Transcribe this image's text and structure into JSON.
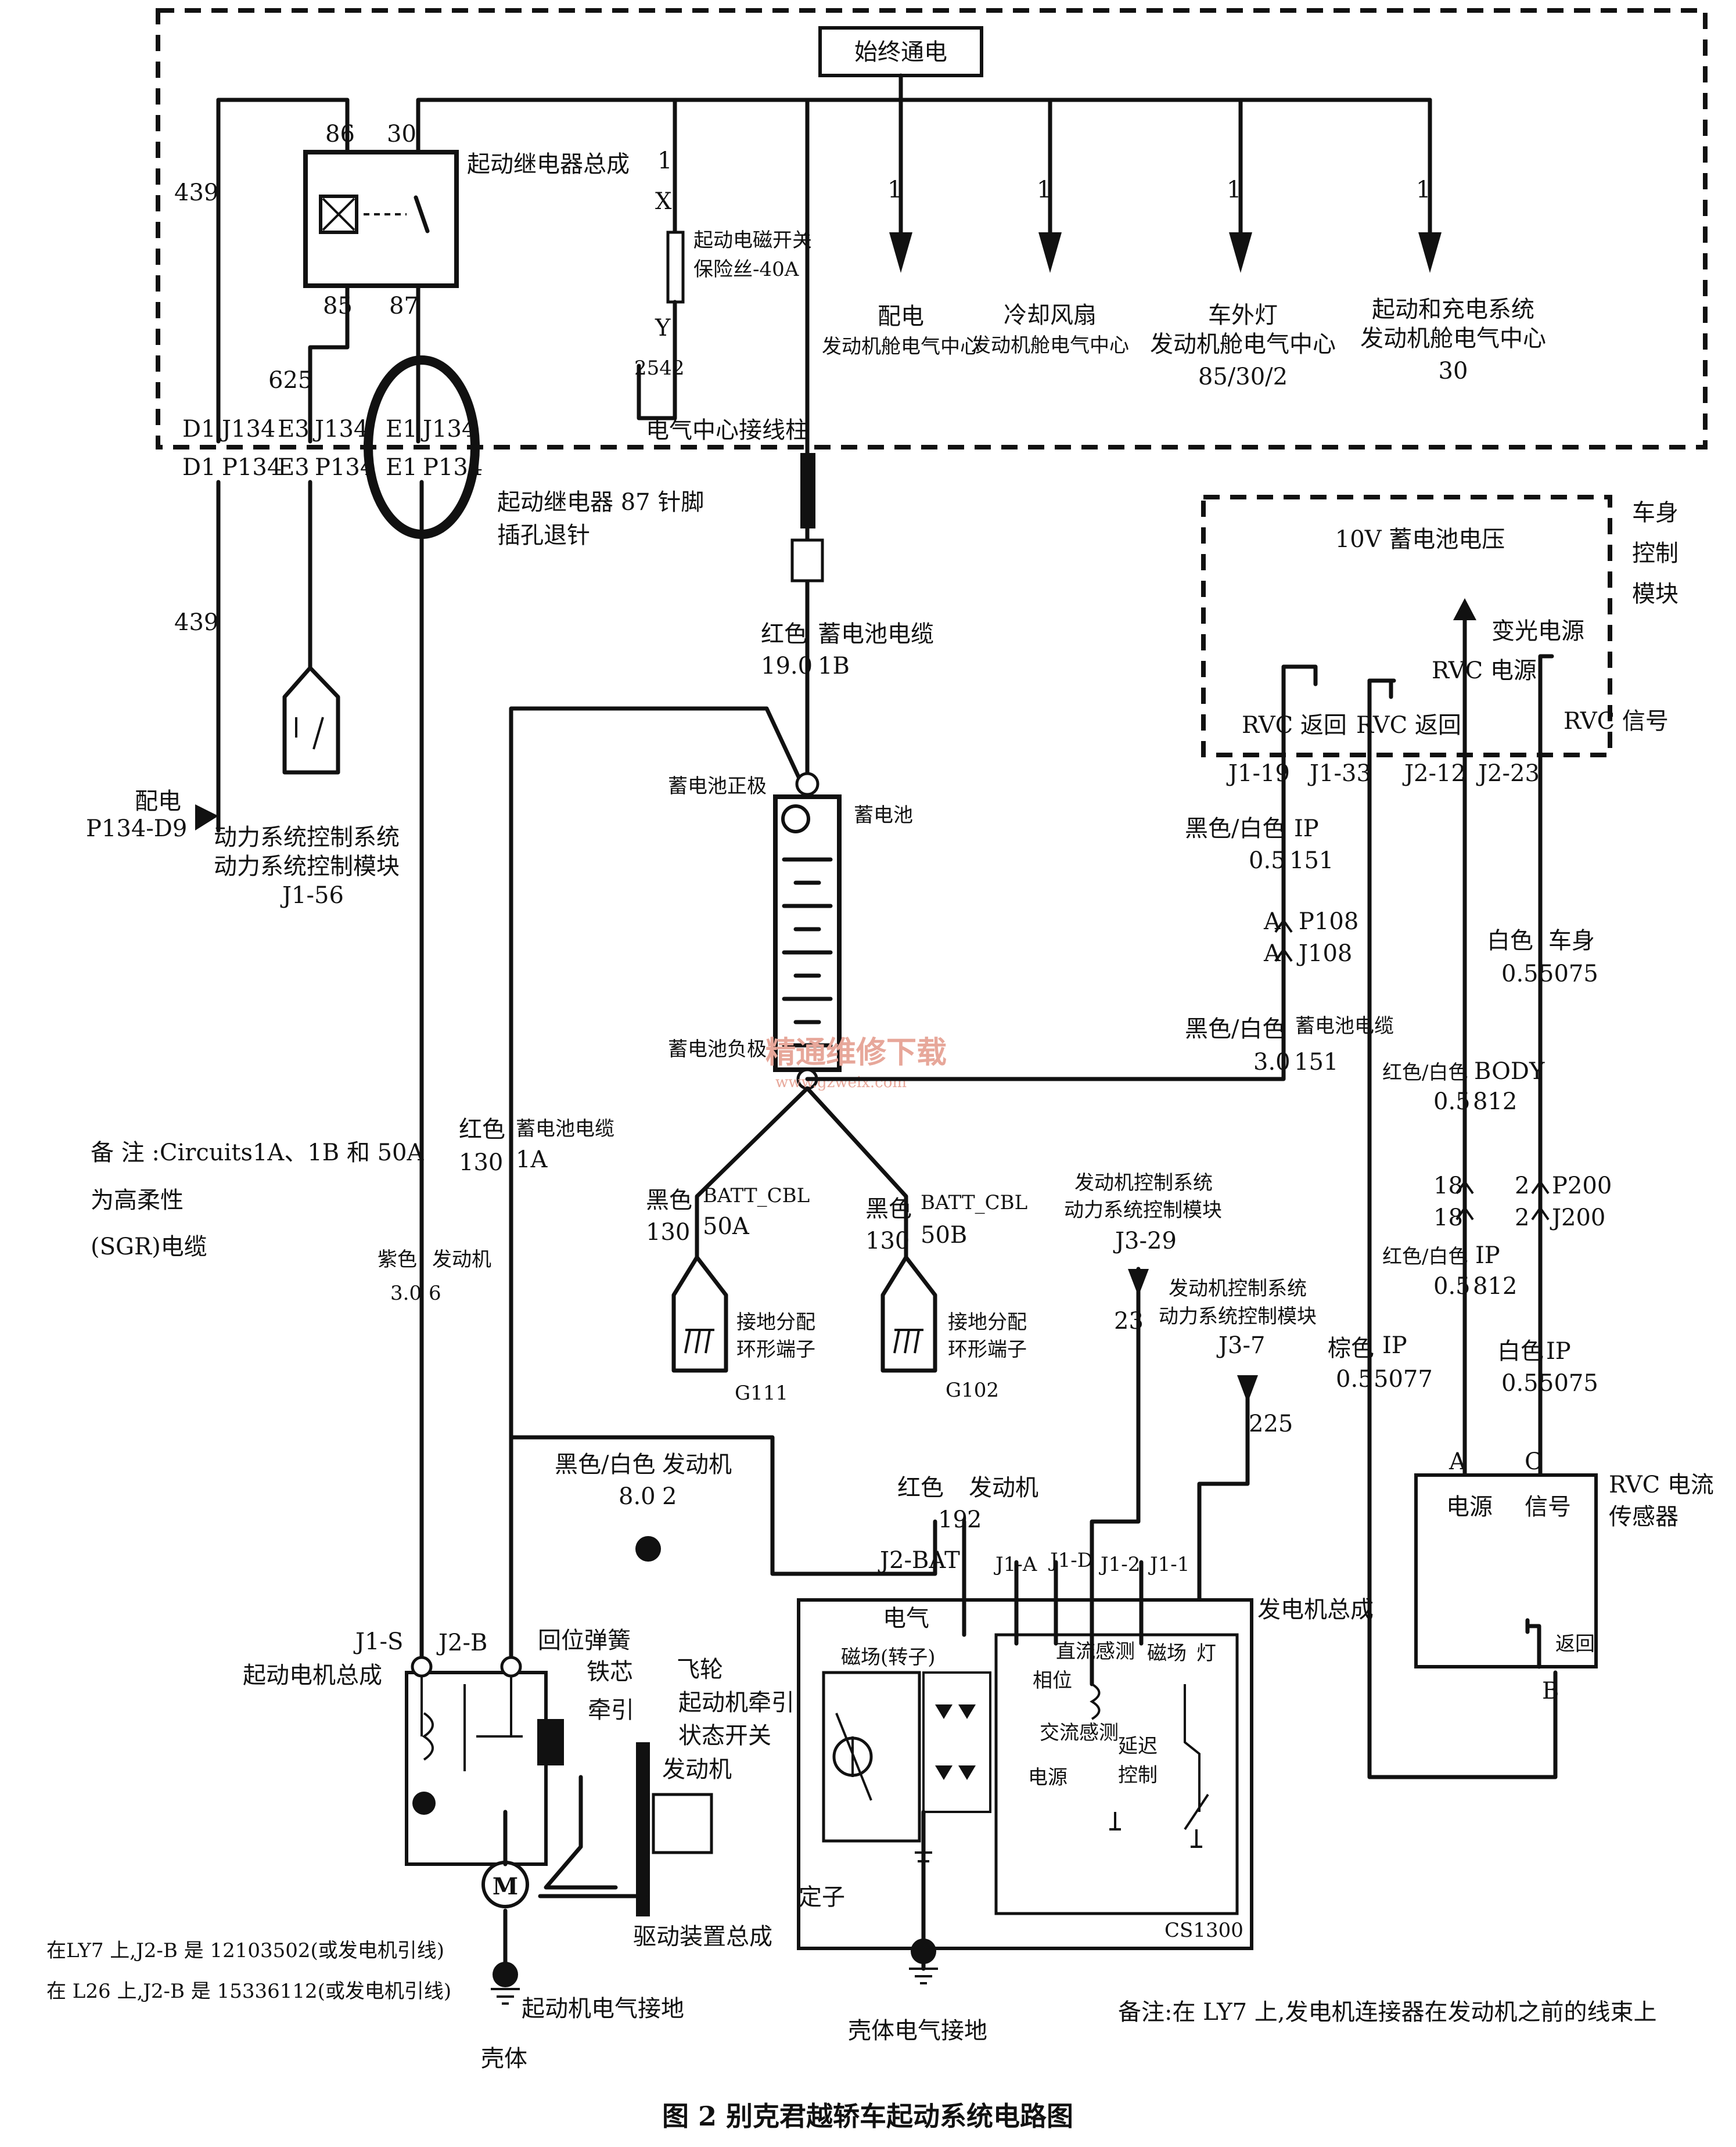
{
  "caption": "图 2   别克君越轿车起动系统电路图",
  "top_box": {
    "always_on": "始终通电",
    "labels": {
      "w439_top": "439",
      "p86": "86",
      "p30": "30",
      "p85": "85",
      "p87": "87",
      "relay_title": "起动继电器总成",
      "w625": "625",
      "fuse_1": "1",
      "fuse_x": "X",
      "fuse_y": "Y",
      "fuse_name_1": "起动电磁开关",
      "fuse_name_2": "保险丝-40A",
      "w2542": "2542",
      "junction_post": "电气中心接线柱",
      "d1_top": "D1",
      "j134_a": "J134",
      "e3_top": "E3",
      "j134_b": "J134",
      "e1_top": "E1",
      "j134_c": "J134"
    },
    "branches": [
      {
        "num": "1",
        "l1": "配电",
        "l2": "发动机舱电气中心",
        "l3": ""
      },
      {
        "num": "1",
        "l1": "冷却风扇",
        "l2": "发动机舱电气中心",
        "l3": ""
      },
      {
        "num": "1",
        "l1": "车外灯",
        "l2": "发动机舱电气中心",
        "l3": "85/30/2"
      },
      {
        "num": "1",
        "l1": "起动和充电系统",
        "l2": "发动机舱电气中心",
        "l3": "30"
      }
    ]
  },
  "left": {
    "d1_bot": "D1",
    "p134_a": "P134",
    "e3_bot": "E3",
    "p134_b": "P134",
    "e1_bot": "E1",
    "p134_c": "P134",
    "pin_note_1": "起动继电器 87 针脚",
    "pin_note_2": "插孔退针",
    "w439_mid": "439",
    "peidian": "配电",
    "peidian_pin": "P134-D9",
    "pcm1": "动力系统控制系统",
    "pcm2": "动力系统控制模块",
    "pcm_pin": "J1-56",
    "note1": "备 注 :Circuits1A、1B 和 50A",
    "note2": "为高柔性",
    "note3": "(SGR)电缆",
    "red_l": "红色",
    "red_cable": "蓄电池电缆",
    "red_130": "130",
    "red_1a": "1A",
    "purple": "紫色",
    "purple_engine": "发动机",
    "purple_num": "3.0",
    "purple_6": "6"
  },
  "battery": {
    "red_label": "红色",
    "red_cable": "蓄电池电缆",
    "size": "19.0",
    "circuit": "1B",
    "pos": "蓄电池正极",
    "batt": "蓄电池",
    "neg": "蓄电池负极",
    "watermark": "精通维修下载",
    "watermark_url": "www.gzweix.com"
  },
  "grounds": [
    {
      "c1": "黑色",
      "c2": "130",
      "c3": "BATT_CBL",
      "c4": "50A",
      "t1": "接地分配",
      "t2": "环形端子",
      "g": "G111"
    },
    {
      "c1": "黑色",
      "c2": "130",
      "c3": "BATT_CBL",
      "c4": "50B",
      "t1": "接地分配",
      "t2": "环形端子",
      "g": "G102"
    }
  ],
  "bcm": {
    "title1": "车身",
    "title2": "控制",
    "title3": "模块",
    "voltage": "10V 蓄电池电压",
    "dim": "变光电源",
    "rvc_power": "RVC 电源",
    "rvc_ret1": "RVC 返回",
    "rvc_ret2": "RVC 返回",
    "rvc_sig": "RVC 信号",
    "pins": [
      "J1-19",
      "J1-33",
      "J2-12",
      "J2-23"
    ]
  },
  "mid_right": {
    "bw1": "黑色/白色",
    "ip1": "IP",
    "n05_151": "0.5",
    "c151": "151",
    "a1": "A",
    "p108": "P108",
    "a2": "A",
    "j108": "J108",
    "bw2": "黑色/白色",
    "bcable": "蓄电池电缆",
    "n30": "3.0",
    "c151b": "151",
    "white1": "白色",
    "body1": "车身",
    "n05_5075": "0.5",
    "c5075": "5075",
    "rw1": "红色/白色",
    "body_t": "BODY",
    "n05_812": "0.5",
    "c812": "812",
    "n18a": "18",
    "n18b": "18",
    "n2a": "2",
    "p200": "P200",
    "n2b": "2",
    "j200": "J200",
    "rw2": "红色/白色",
    "ip2": "IP",
    "n05_812b": "0.5",
    "c812b": "812",
    "brown": "棕色",
    "ip3": "IP",
    "n05_5077": "0.5",
    "c5077": "5077",
    "white2": "白色",
    "ip4": "IP",
    "n05_5075b": "0.5",
    "c5075b": "5075",
    "ecm1a": "发动机控制系统",
    "ecm1b": "动力系统控制模块",
    "ecm1p": "J3-29",
    "ecm1n": "23",
    "ecm2a": "发动机控制系统",
    "ecm2b": "动力系统控制模块",
    "ecm2p": "J3-7",
    "ecm2n": "225"
  },
  "sensor": {
    "a": "A",
    "c": "C",
    "b": "B",
    "power": "电源",
    "signal": "信号",
    "title1": "RVC 电流",
    "title2": "传感器",
    "ret": "返回"
  },
  "starter": {
    "bw": "黑色/白色",
    "engine": "发动机",
    "n80": "8.0",
    "n2": "2",
    "j1s": "J1-S",
    "j2b": "J2-B",
    "title": "起动电机总成",
    "spring": "回位弹簧",
    "core": "铁芯",
    "pull": "牵引",
    "flywheel": "飞轮",
    "status1": "起动机牵引",
    "status2": "状态开关",
    "engine2": "发动机",
    "drive": "驱动装置总成",
    "motor": "M",
    "ly7": "在LY7 上,J2-B 是 12103502(或发电机引线)",
    "l26": "在 L26 上,J2-B 是 15336112(或发电机引线)",
    "gnd": "起动机电气接地",
    "shell": "壳体"
  },
  "alternator": {
    "red": "红色",
    "engine": "发动机",
    "n19": "19",
    "n2": "2",
    "j2bat": "J2-BAT",
    "j1a": "J1-A",
    "j1d": "J1-D",
    "j12": "J1-2",
    "j11": "J1-1",
    "title": "发电机总成",
    "elec": "电气",
    "field": "磁场(转子)",
    "dc1": "直流感测",
    "dc2": "相位",
    "ac": "交流感测",
    "power": "电源",
    "magfield": "磁场",
    "lamp": "灯",
    "delay1": "延迟",
    "delay2": "控制",
    "stator": "定子",
    "model": "CS1300",
    "gnd": "壳体电气接地",
    "note": "备注:在 LY7 上,发电机连接器在发动机之前的线束上"
  }
}
